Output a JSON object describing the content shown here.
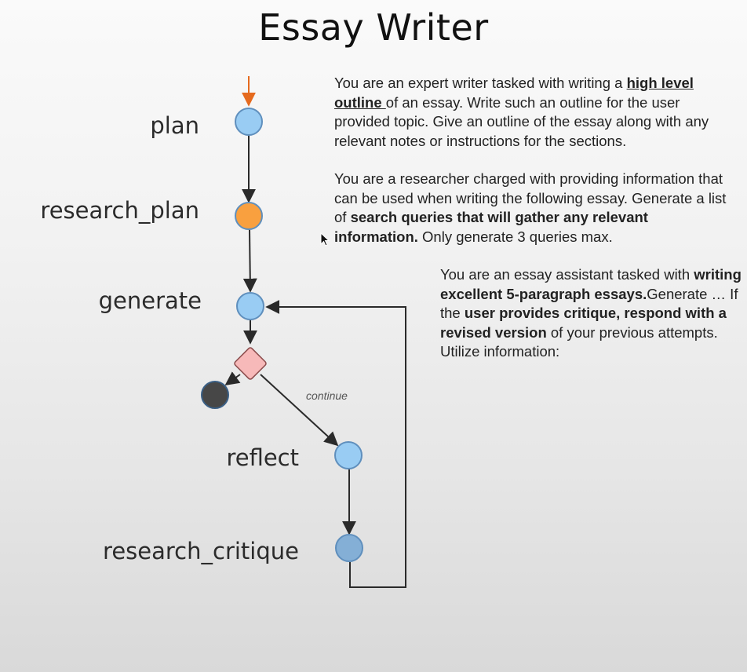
{
  "title": "Essay Writer",
  "nodes": {
    "plan": "plan",
    "research_plan": "research_plan",
    "generate": "generate",
    "reflect": "reflect",
    "research_critique": "research_critique"
  },
  "edges": {
    "continue_label": "continue"
  },
  "colors": {
    "node_default": "#99ccf3",
    "node_active": "#f9a03f",
    "node_research_critique": "#84afd6",
    "decision": "#f7b9b9",
    "end": "#474747",
    "start_arrow": "#e56a1e"
  },
  "prompts": {
    "plan": {
      "p1": "You are an expert writer tasked with writing a ",
      "b1": "high level",
      "b2": "outline ",
      "p2": "of an essay. Write such an outline for the user provided topic. Give an outline of the essay along with any relevant notes or instructions for the sections."
    },
    "research_plan": {
      "p1": "You are a researcher charged with providing information that can be used when writing the following essay. Generate a list of ",
      "b1": "search queries that will gather any relevant information.",
      "p2": " Only generate 3 queries max."
    },
    "generate": {
      "p1": "You are an essay assistant tasked with ",
      "b1": "writing excellent 5-paragraph essays.",
      "p2": "Generate … If the ",
      "b2": "user provides critique, respond with a revised version",
      "p3": " of your previous attempts. Utilize information:"
    }
  }
}
